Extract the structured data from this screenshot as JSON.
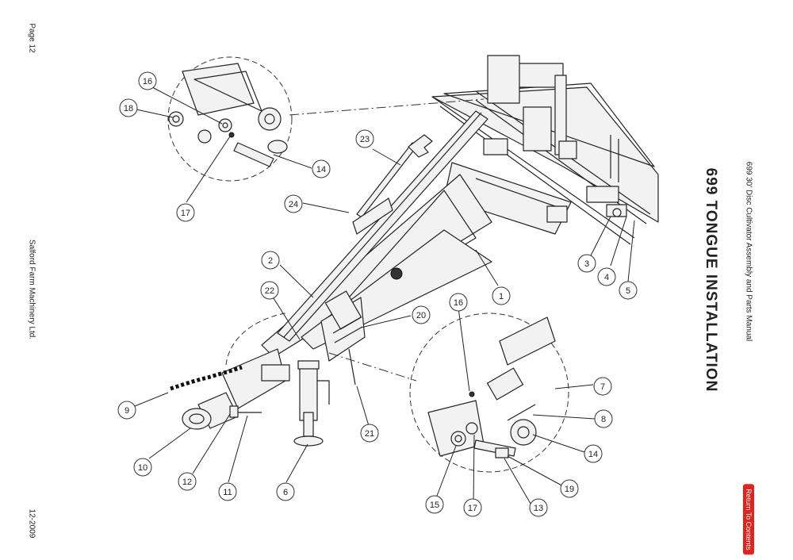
{
  "page": {
    "number_label": "Page 12",
    "company": "Salford Farm Machinery Ltd.",
    "date_code": "12-2009",
    "manual_title": "699 30' Disc Cultivator Assembly and Parts Manual",
    "section_title": "699 TONGUE INSTALLATION",
    "return_button": "Return To Contents"
  },
  "callouts": [
    "1",
    "2",
    "3",
    "4",
    "5",
    "6",
    "7",
    "8",
    "9",
    "10",
    "11",
    "12",
    "13",
    "14",
    "14",
    "15",
    "16",
    "16",
    "17",
    "17",
    "18",
    "19",
    "20",
    "21",
    "22",
    "23",
    "24"
  ]
}
